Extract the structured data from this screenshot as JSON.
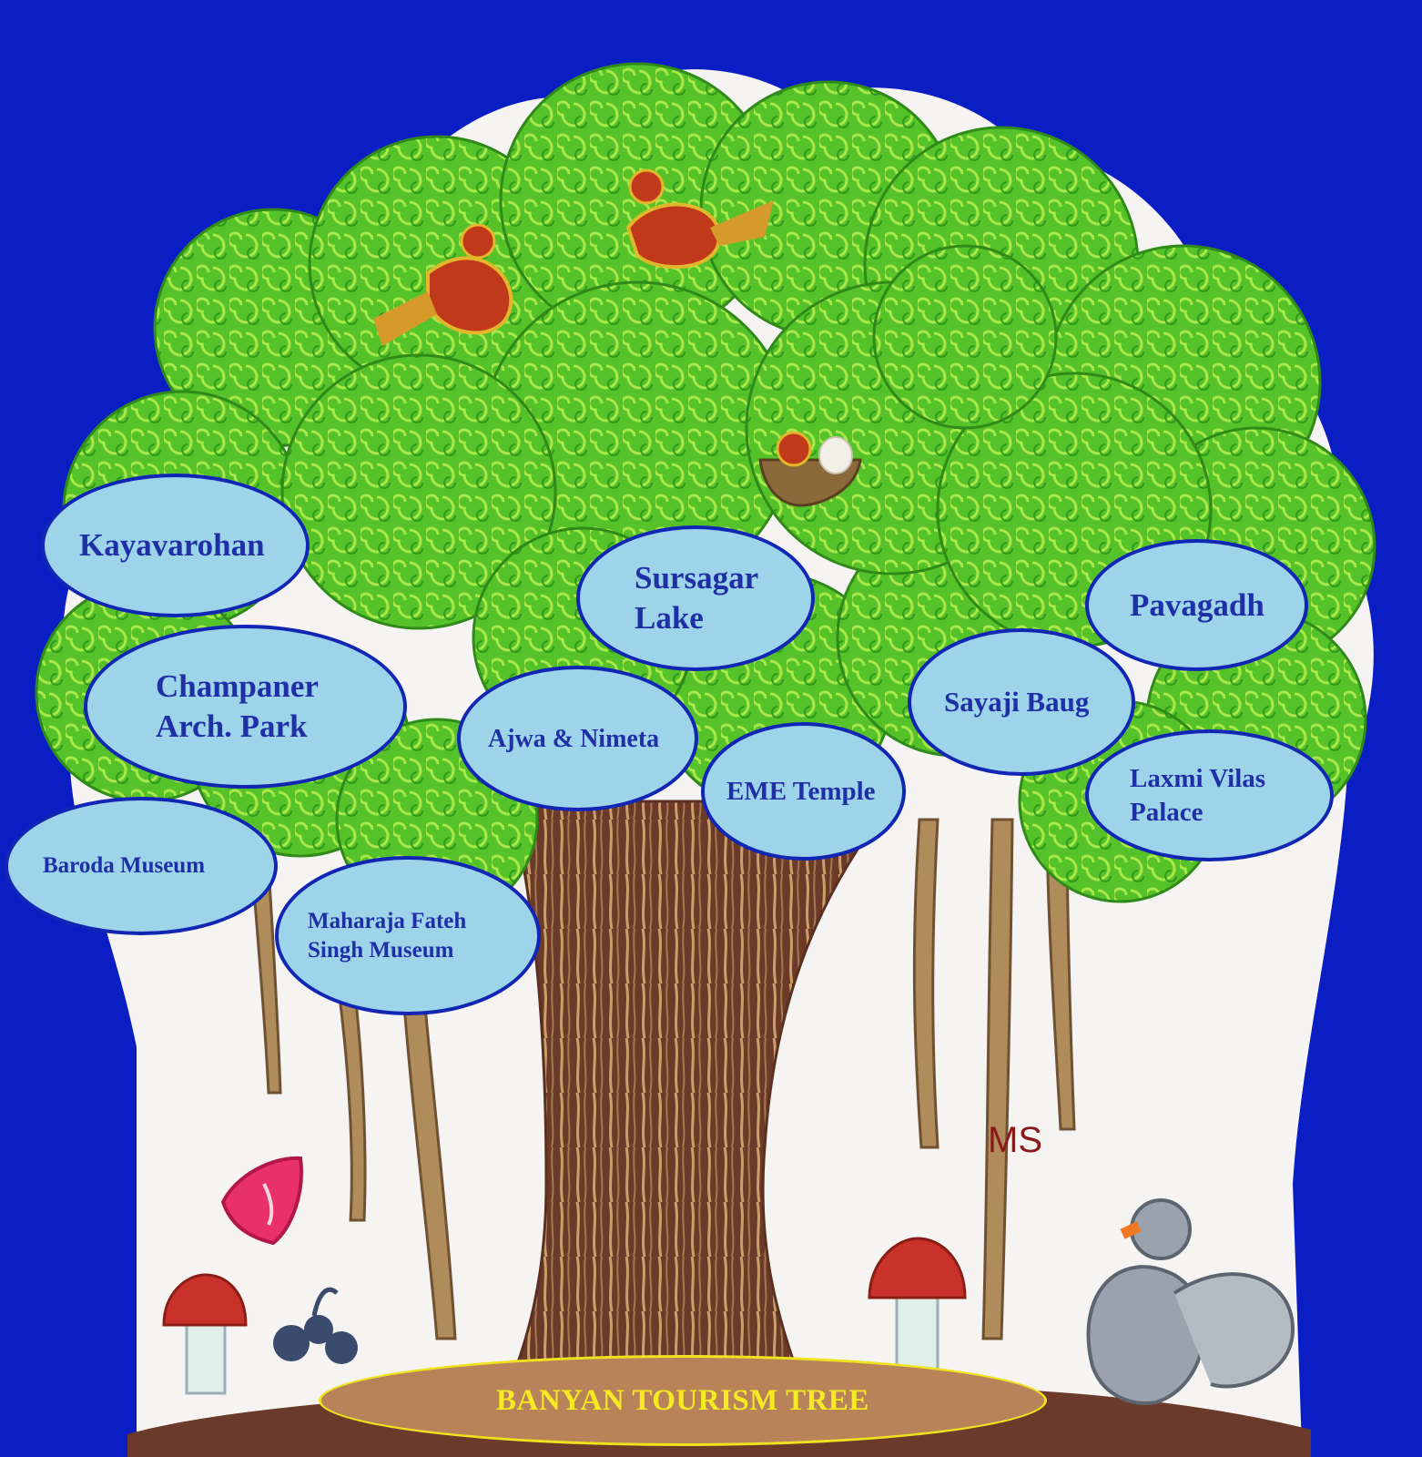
{
  "colors": {
    "background": "#0a1ec4",
    "bubble_fill": "#9ed4ea",
    "bubble_border": "#1226b4",
    "bubble_text": "#1f30a6",
    "title_fill": "#b9835a",
    "title_border": "#f0e21f",
    "title_text": "#f6ea22",
    "foliage": "#5cc62a",
    "trunk": "#8a6a46"
  },
  "title": "BANYAN TOURISM TREE",
  "watermark": "MS",
  "places": [
    {
      "id": "kayavarohan",
      "label": "Kayavarohan"
    },
    {
      "id": "sursagar-lake",
      "label": "Sursagar\nLake"
    },
    {
      "id": "pavagadh",
      "label": "Pavagadh"
    },
    {
      "id": "champaner",
      "label": "Champaner\nArch. Park"
    },
    {
      "id": "ajwa-nimeta",
      "label": "Ajwa & Nimeta"
    },
    {
      "id": "sayaji-baug",
      "label": "Sayaji Baug"
    },
    {
      "id": "eme-temple",
      "label": "EME Temple"
    },
    {
      "id": "laxmi-vilas",
      "label": "Laxmi Vilas\nPalace"
    },
    {
      "id": "baroda-museum",
      "label": "Baroda Museum"
    },
    {
      "id": "fateh-singh",
      "label": "Maharaja Fateh\nSingh Museum"
    }
  ],
  "decorations": [
    "bird-icon",
    "bird-icon",
    "nest-icon",
    "butterfly-icon",
    "mushroom-icon",
    "mushroom-icon",
    "flower-icon",
    "squirrel-icon"
  ]
}
